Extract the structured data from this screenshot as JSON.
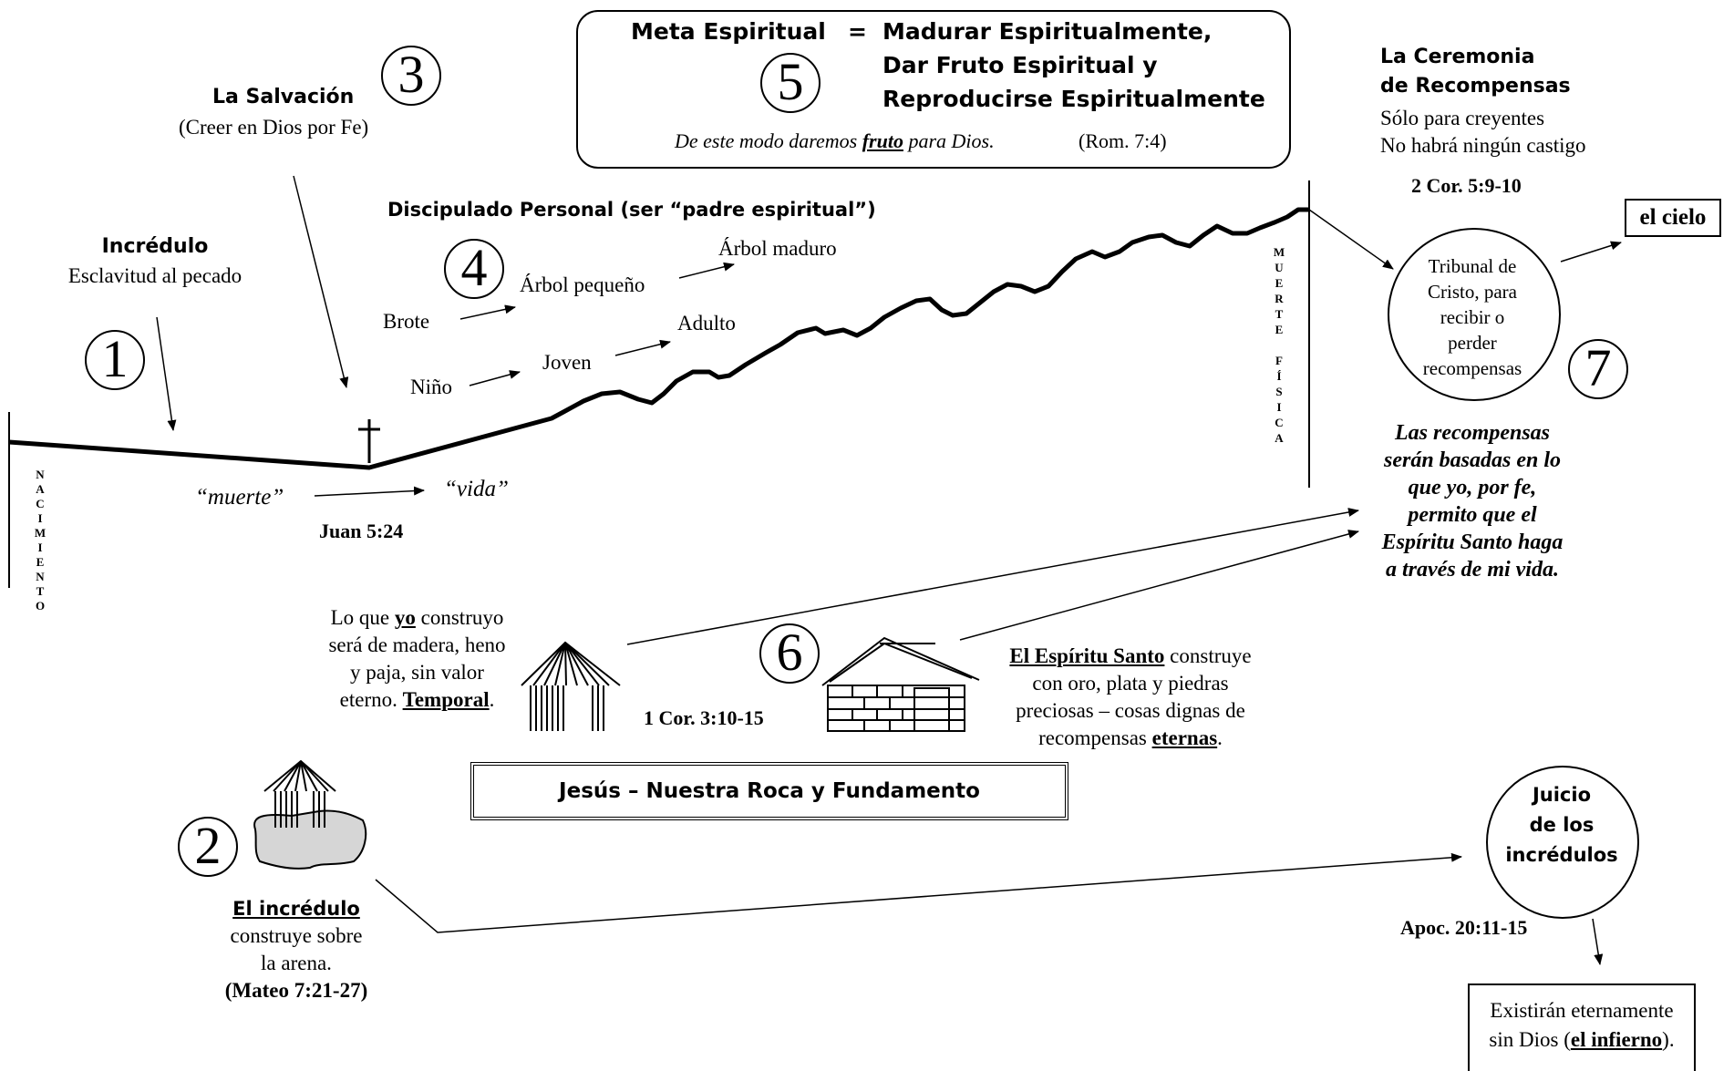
{
  "meta": {
    "line1_left": "Meta Espiritual",
    "equals": "=",
    "line1_right": "Madurar Espiritualmente,",
    "line2": "Dar Fruto Espiritual y",
    "line3": "Reproducirse Espiritualmente",
    "verse_pre": "De este modo daremos ",
    "verse_word": "fruto",
    "verse_post": " para Dios.",
    "verse_ref": "(Rom. 7:4)"
  },
  "numbers": {
    "n1": "1",
    "n2": "2",
    "n3": "3",
    "n4": "4",
    "n5": "5",
    "n6": "6",
    "n7": "7"
  },
  "incredulo": {
    "title": "Incrédulo",
    "text": "Esclavitud al pecado"
  },
  "salvacion": {
    "title": "La Salvación",
    "text": "(Creer en Dios por Fe)"
  },
  "discipulado": {
    "title": "Discipulado Personal (ser “padre espiritual”)",
    "brote": "Brote",
    "arbol_pequeno": "Árbol pequeño",
    "arbol_maduro": "Árbol maduro",
    "nino": "Niño",
    "joven": "Joven",
    "adulto": "Adulto"
  },
  "nacimiento": [
    "N",
    "A",
    "C",
    "I",
    "M",
    "I",
    "E",
    "N",
    "T",
    "O"
  ],
  "muerte_fisica": [
    "M",
    "U",
    "E",
    "R",
    "T",
    "E",
    "",
    "F",
    "Í",
    "S",
    "I",
    "C",
    "A"
  ],
  "muerte_vida": {
    "muerte": "“muerte”",
    "vida": "“vida”",
    "ref": "Juan 5:24"
  },
  "ceremonia": {
    "title1": "La Ceremonia",
    "title2": "de Recompensas",
    "line1": "Sólo para creyentes",
    "line2": "No habrá ningún castigo",
    "ref": "2 Cor. 5:9-10"
  },
  "cielo": "el cielo",
  "tribunal": [
    "Tribunal de",
    "Cristo, para",
    "recibir  o",
    "perder",
    "recompensas"
  ],
  "recompensas_note": [
    "Las recompensas",
    "serán basadas en lo",
    "que yo, por fe,",
    "permito que el",
    "Espíritu Santo haga",
    "a través de mi vida."
  ],
  "temporal": {
    "l1_pre": "Lo que ",
    "l1_u": "yo",
    "l1_post": " construyo",
    "l2": "será de madera, heno",
    "l3": "y paja, sin valor",
    "l4_pre": "eterno. ",
    "l4_u": "Temporal",
    "l4_post": "."
  },
  "cor_ref": "1 Cor. 3:10-15",
  "espiritu": {
    "l1_u": "El Espíritu Santo",
    "l1_post": " construye",
    "l2": "con oro, plata y piedras",
    "l3": "preciosas – cosas dignas de",
    "l4_pre": "recompensas ",
    "l4_u": "eternas",
    "l4_post": "."
  },
  "fundamento": "Jesús – Nuestra Roca y Fundamento",
  "incredulo_arena": {
    "title": "El incrédulo",
    "l1": "construye sobre",
    "l2": "la arena.",
    "ref": "(Mateo 7:21-27)"
  },
  "juicio": {
    "l1": "Juicio",
    "l2": "de los",
    "l3": "incrédulos",
    "ref": "Apoc. 20:11-15"
  },
  "infierno": {
    "l1": "Existirán eternamente",
    "l2_pre": "sin Dios (",
    "l2_u": "el infierno",
    "l2_post": ")."
  }
}
